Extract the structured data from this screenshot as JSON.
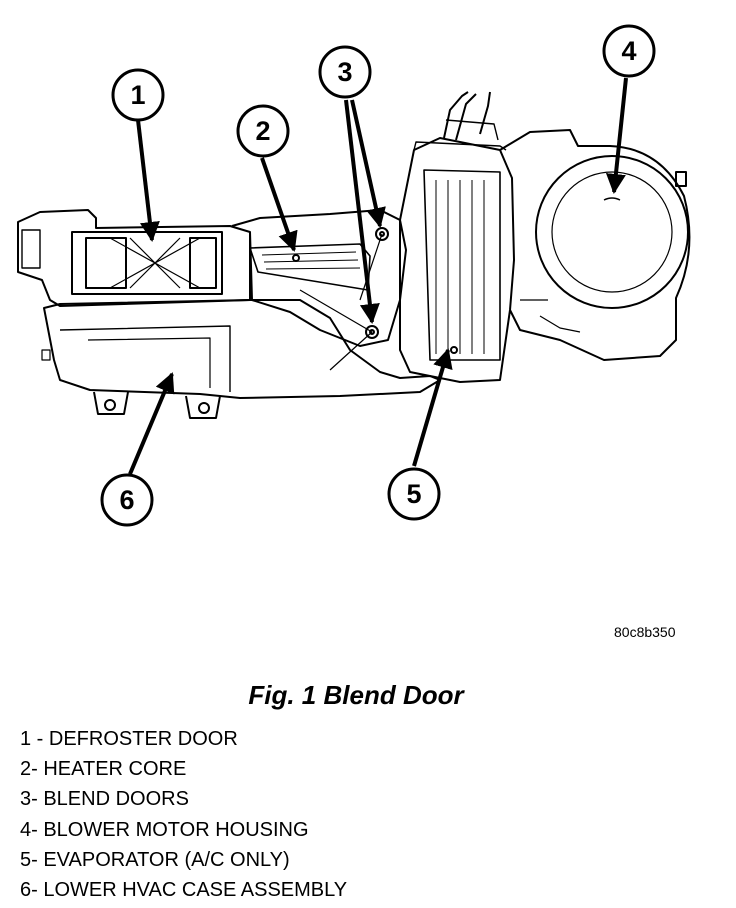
{
  "figure": {
    "code": "80c8b350",
    "title": "Fig. 1 Blend Door"
  },
  "callouts": [
    "1",
    "2",
    "3",
    "4",
    "5",
    "6"
  ],
  "legend": [
    "1 - DEFROSTER DOOR",
    "2- HEATER CORE",
    "3- BLEND DOORS",
    "4- BLOWER MOTOR HOUSING",
    "5- EVAPORATOR (A/C ONLY)",
    "6- LOWER HVAC CASE ASSEMBLY"
  ]
}
